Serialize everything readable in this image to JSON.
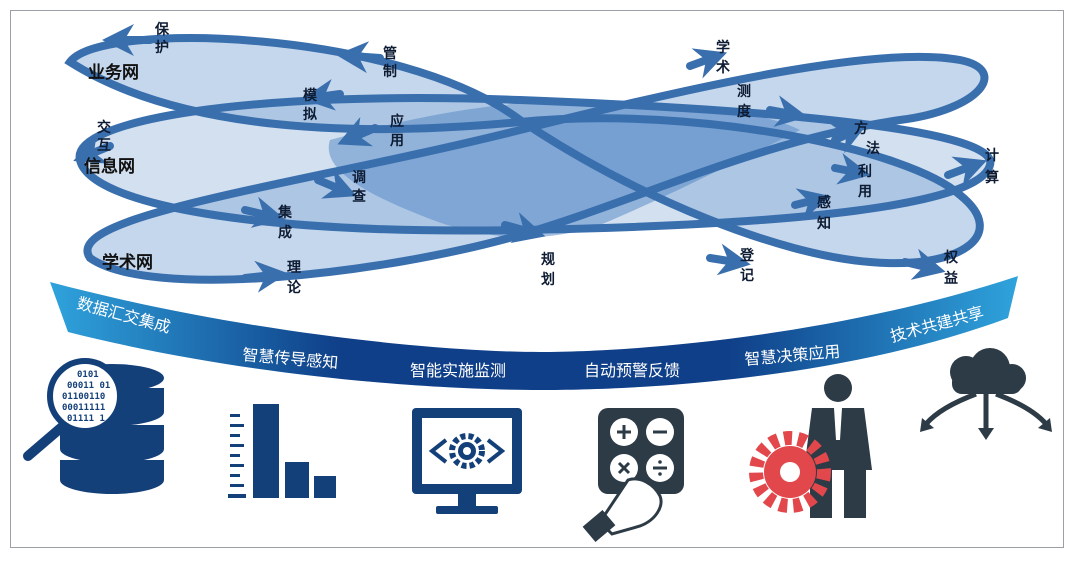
{
  "networks": [
    {
      "id": "business",
      "label": "业务网"
    },
    {
      "id": "information",
      "label": "信息网"
    },
    {
      "id": "academic",
      "label": "学术网"
    }
  ],
  "actions": [
    {
      "id": "protect",
      "chars": [
        "保",
        "护"
      ]
    },
    {
      "id": "manage",
      "chars": [
        "管",
        "制"
      ]
    },
    {
      "id": "academic",
      "chars": [
        "学",
        "术"
      ]
    },
    {
      "id": "simulate",
      "chars": [
        "模",
        "拟"
      ]
    },
    {
      "id": "measure",
      "chars": [
        "测",
        "度"
      ]
    },
    {
      "id": "interact",
      "chars": [
        "交",
        "互"
      ]
    },
    {
      "id": "apply",
      "chars": [
        "应",
        "用"
      ]
    },
    {
      "id": "method",
      "chars": [
        "方",
        "法"
      ]
    },
    {
      "id": "utilize",
      "chars": [
        "利",
        "用"
      ]
    },
    {
      "id": "compute",
      "chars": [
        "计",
        "算"
      ]
    },
    {
      "id": "survey",
      "chars": [
        "调",
        "查"
      ]
    },
    {
      "id": "integrate",
      "chars": [
        "集",
        "成"
      ]
    },
    {
      "id": "perceive",
      "chars": [
        "感",
        "知"
      ]
    },
    {
      "id": "plan",
      "chars": [
        "规",
        "划"
      ]
    },
    {
      "id": "theory",
      "chars": [
        "理",
        "论"
      ]
    },
    {
      "id": "register",
      "chars": [
        "登",
        "记"
      ]
    },
    {
      "id": "rights",
      "chars": [
        "权",
        "益"
      ]
    }
  ],
  "band_stages": [
    {
      "id": "data-integration",
      "label": "数据汇交集成"
    },
    {
      "id": "smart-perception",
      "label": "智慧传导感知"
    },
    {
      "id": "implementation-monitoring",
      "label": "智能实施监测"
    },
    {
      "id": "warning-feedback",
      "label": "自动预警反馈"
    },
    {
      "id": "decision-application",
      "label": "智慧决策应用"
    },
    {
      "id": "tech-sharing",
      "label": "技术共建共享"
    }
  ],
  "icons": [
    {
      "name": "database-search-icon"
    },
    {
      "name": "bar-chart-icon"
    },
    {
      "name": "monitor-gear-icon"
    },
    {
      "name": "calculator-touch-icon"
    },
    {
      "name": "businessman-gear-icon"
    },
    {
      "name": "cloud-share-icon"
    }
  ],
  "icon_binary_lines": [
    "0101",
    "00011 01",
    "01100110",
    "00011111",
    "01111 1"
  ],
  "colors": {
    "loop_stroke": "#3a6fae",
    "loop_fill": "#7fa6d4",
    "center_fill": "#5b8cc6",
    "band_dark": "#0f3f88",
    "band_light": "#2fa3dc",
    "icon_navy": "#14407a",
    "icon_dark": "#2d3b46",
    "gear_red": "#e2474b"
  }
}
